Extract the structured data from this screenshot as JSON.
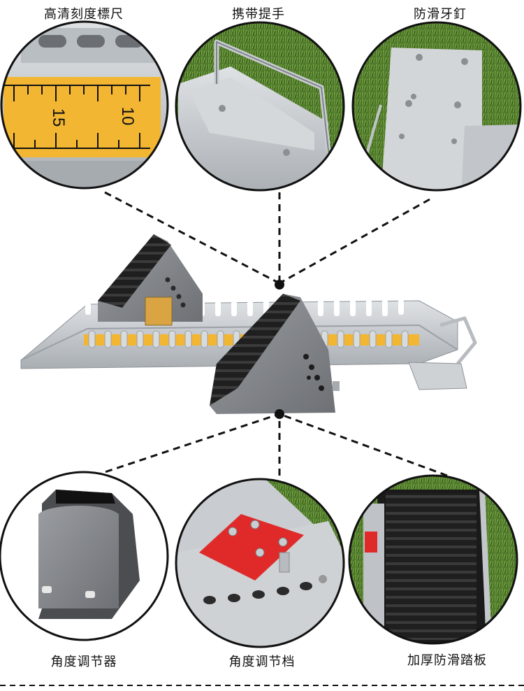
{
  "labels": {
    "top_left": "高清刻度標尺",
    "top_center": "携带提手",
    "top_right": "防滑牙釘",
    "bottom_left": "角度调节器",
    "bottom_center": "角度调节档",
    "bottom_right": "加厚防滑踏板"
  },
  "ruler_numbers": {
    "left": "15",
    "right": "10"
  },
  "colors": {
    "aluminum": "#c7cbcf",
    "rubber": "#1e1e1e",
    "grass": "#4f7a2b",
    "ruler_yellow": "#f2b632",
    "red_plate": "#e02a2a"
  }
}
